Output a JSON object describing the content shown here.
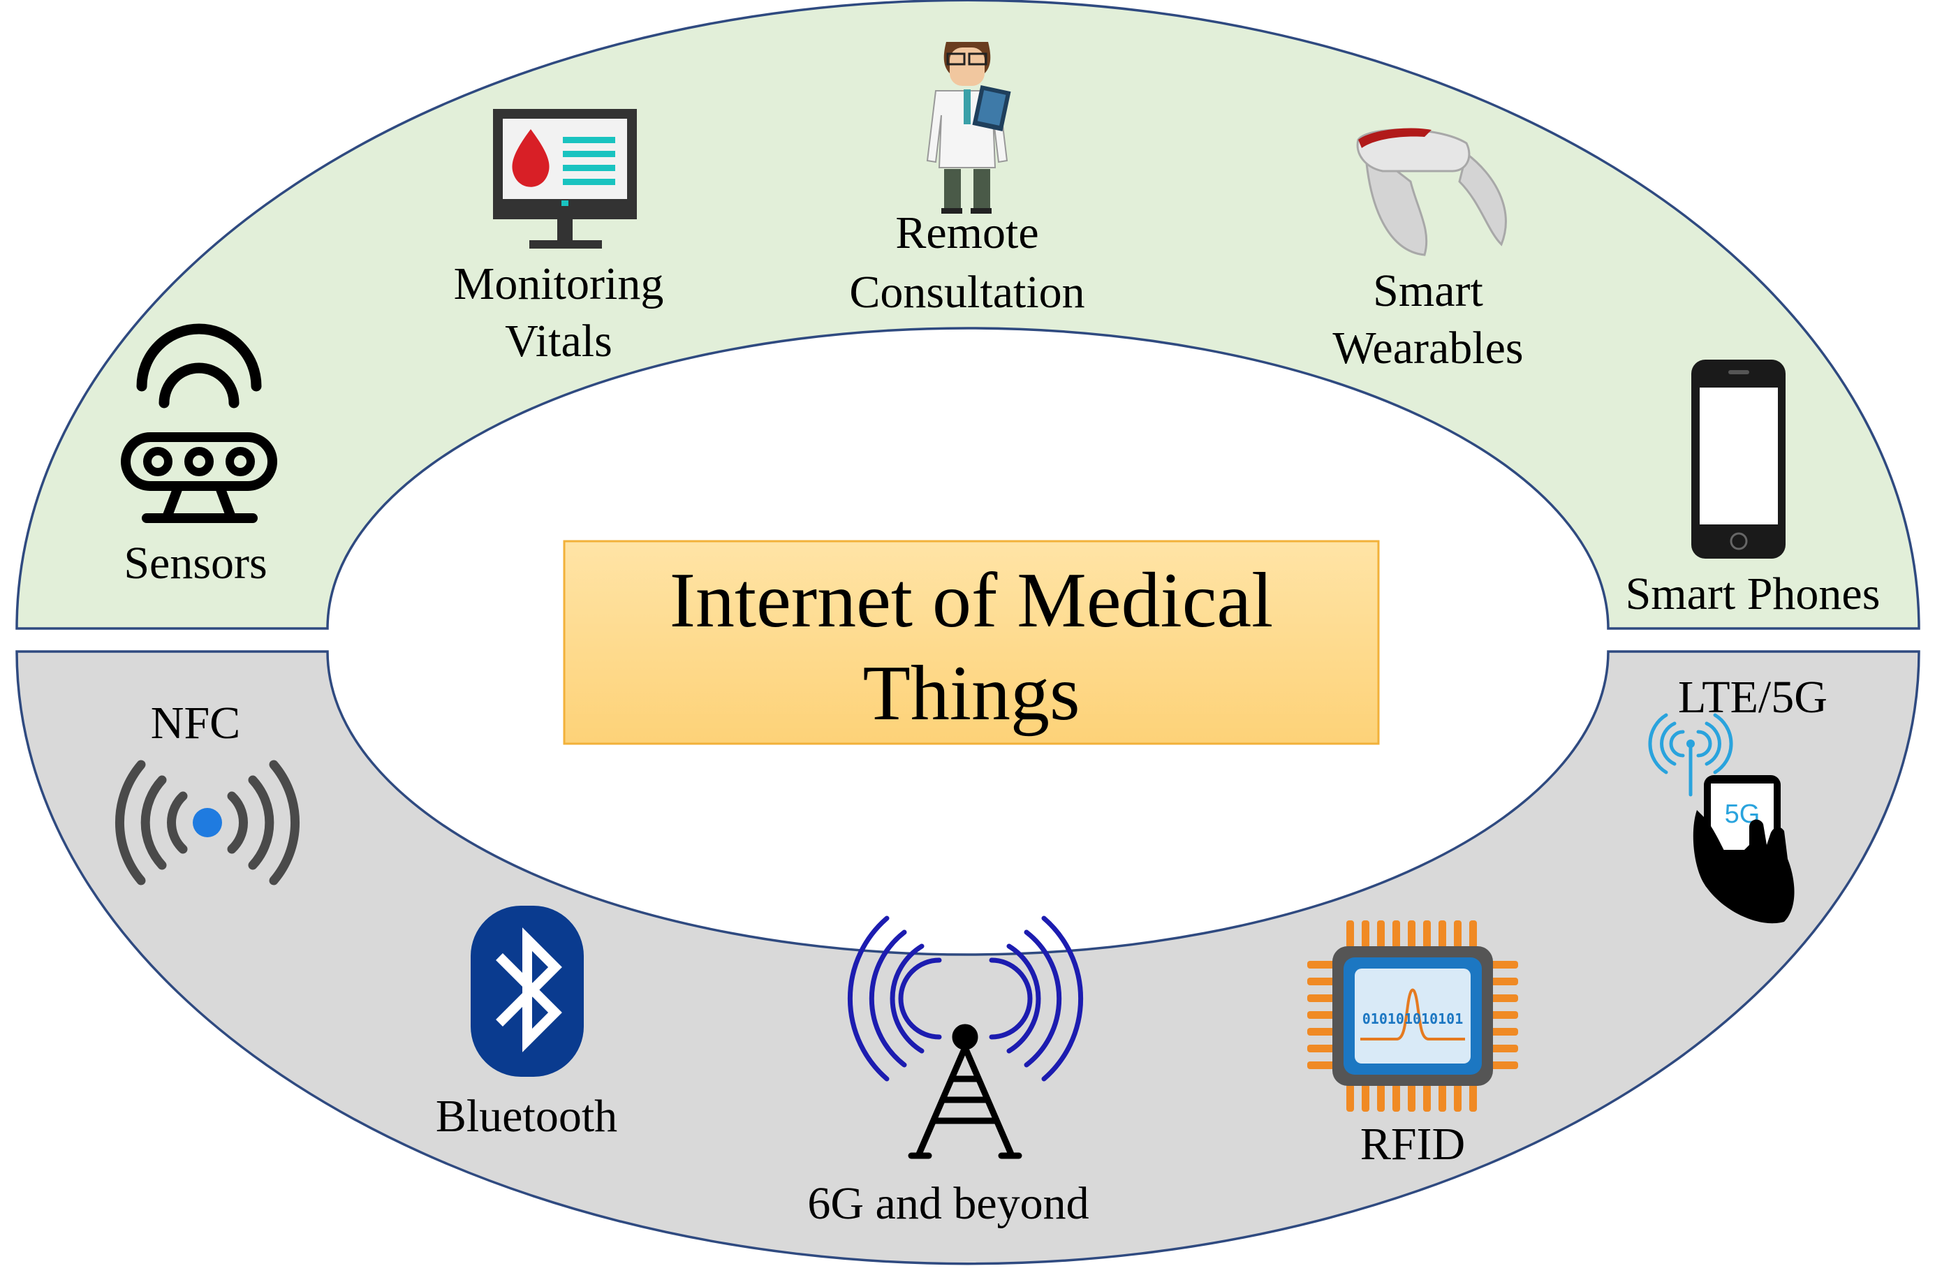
{
  "center": {
    "title_line1": "Internet of Medical",
    "title_line2": "Things"
  },
  "upper_ring": {
    "color": "#e2efd9",
    "items": [
      {
        "icon": "sensor-icon",
        "label_lines": [
          "Sensors"
        ]
      },
      {
        "icon": "monitor-blood-drop-icon",
        "label_lines": [
          "Monitoring",
          "Vitals"
        ]
      },
      {
        "icon": "doctor-tablet-icon",
        "label_lines": [
          "Remote",
          "Consultation"
        ]
      },
      {
        "icon": "smart-wearable-icon",
        "label_lines": [
          "Smart",
          "Wearables"
        ]
      },
      {
        "icon": "smartphone-icon",
        "label_lines": [
          "Smart Phones"
        ]
      }
    ]
  },
  "lower_ring": {
    "color": "#d9d9d9",
    "items": [
      {
        "icon": "nfc-icon",
        "label_lines": [
          "NFC"
        ]
      },
      {
        "icon": "bluetooth-icon",
        "label_lines": [
          "Bluetooth"
        ]
      },
      {
        "icon": "antenna-tower-icon",
        "label_lines": [
          "6G and beyond"
        ]
      },
      {
        "icon": "rfid-chip-icon",
        "label_lines": [
          "RFID"
        ]
      },
      {
        "icon": "hand-phone-5g-icon",
        "label_lines": [
          "LTE/5G"
        ]
      }
    ],
    "rfid_chip_text": "010101010101",
    "phone_5g_text": "5G"
  },
  "colors": {
    "outline": "#2f4a80",
    "title_box_top": "#ffe4a6",
    "title_box_bottom": "#fdd278",
    "title_box_border": "#f2b13a",
    "bluetooth": "#0a3b8f",
    "nfc_dot": "#1f7be0",
    "tower_waves": "#1c1cb0",
    "rfid_orange": "#f08a24",
    "rfid_blue": "#1c77c2",
    "phone_5g_blue": "#29a3dd"
  }
}
